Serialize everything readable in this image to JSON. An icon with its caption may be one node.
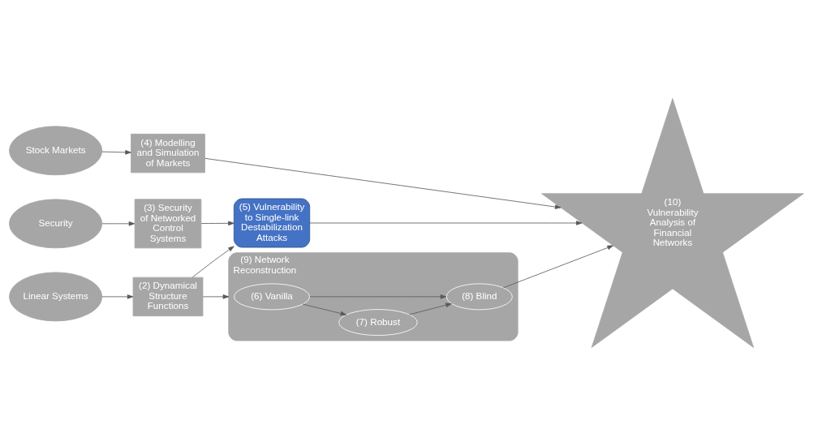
{
  "diagram": {
    "nodes": [
      {
        "text": [
          "Stock Markets"
        ]
      },
      {
        "text": [
          "(4) Modelling and Simulation of Markets"
        ]
      },
      {
        "text": [
          "Security"
        ]
      },
      {
        "text": [
          "(3) Security of Networked Control Systems"
        ]
      },
      {
        "text": [
          "(5) Vulnerability to Single-link Destabilization Attacks"
        ]
      },
      {
        "text": [
          "(10) Vulnerability Analysis of Financial Networks"
        ]
      },
      {
        "text": [
          "Linear Systems"
        ]
      },
      {
        "text": [
          "(2) Dynamical Structure Functions"
        ]
      },
      {
        "text": [
          "(9) Network Reconstruction"
        ]
      },
      {
        "text": [
          "(6) Vanilla"
        ],
        "in": 8
      },
      {
        "text": [
          "(7) Robust"
        ],
        "in": 8
      },
      {
        "text": [
          "(8) Blind"
        ],
        "in": 8
      }
    ],
    "edges": [
      {
        "from": 0,
        "to": 1,
        "arrow": "to"
      },
      {
        "from": 1,
        "to": 5,
        "arrow": "to"
      },
      {
        "from": 2,
        "to": 3,
        "arrow": "to"
      },
      {
        "from": 3,
        "to": 4,
        "arrow": "to"
      },
      {
        "from": 4,
        "to": 5,
        "arrow": "to"
      },
      {
        "from": 6,
        "to": 7,
        "arrow": "to"
      },
      {
        "from": 7,
        "to": 4,
        "arrow": "to"
      },
      {
        "from": 7,
        "to": 8,
        "arrow": "to"
      },
      {
        "from": 9,
        "to": 10,
        "arrow": "to"
      },
      {
        "from": 10,
        "to": 11,
        "arrow": "to"
      },
      {
        "from": 9,
        "to": 11,
        "arrow": "to"
      },
      {
        "from": 11,
        "to": 5,
        "arrow": "to"
      }
    ]
  }
}
